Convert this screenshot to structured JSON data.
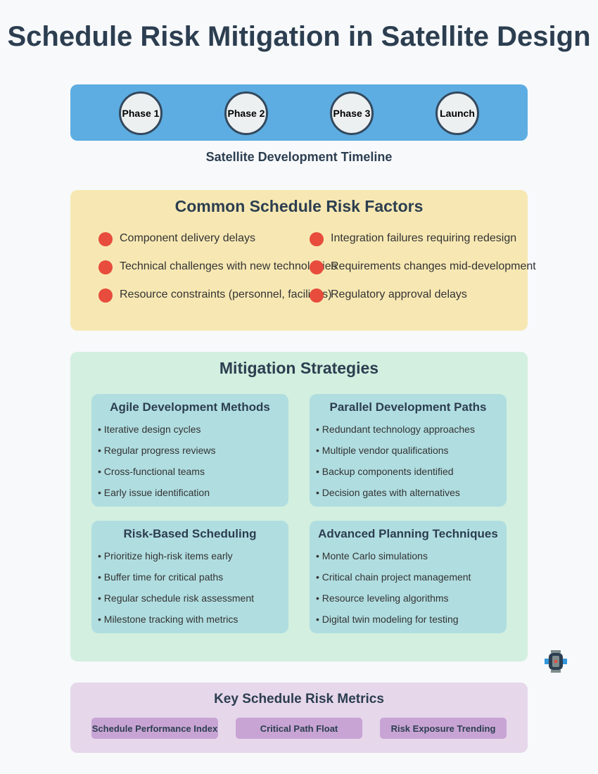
{
  "title": "Schedule Risk Mitigation in Satellite Design",
  "timeline": {
    "phases": [
      "Phase 1",
      "Phase 2",
      "Phase 3",
      "Launch"
    ],
    "caption": "Satellite Development Timeline"
  },
  "risk_factors": {
    "title": "Common Schedule Risk Factors",
    "items": [
      "Component delivery delays",
      "Technical challenges with new technologies",
      "Resource constraints (personnel, facilities)",
      "Integration failures requiring redesign",
      "Requirements changes mid-development",
      "Regulatory approval delays"
    ]
  },
  "mitigation": {
    "title": "Mitigation Strategies",
    "cards": [
      {
        "title": "Agile Development Methods",
        "items": [
          "• Iterative design cycles",
          "• Regular progress reviews",
          "• Cross-functional teams",
          "• Early issue identification"
        ]
      },
      {
        "title": "Parallel Development Paths",
        "items": [
          "• Redundant technology approaches",
          "• Multiple vendor qualifications",
          "• Backup components identified",
          "• Decision gates with alternatives"
        ]
      },
      {
        "title": "Risk-Based Scheduling",
        "items": [
          "• Prioritize high-risk items early",
          "• Buffer time for critical paths",
          "• Regular schedule risk assessment",
          "• Milestone tracking with metrics"
        ]
      },
      {
        "title": "Advanced Planning Techniques",
        "items": [
          "• Monte Carlo simulations",
          "• Critical chain project management",
          "• Resource leveling algorithms",
          "• Digital twin modeling for testing"
        ]
      }
    ]
  },
  "metrics": {
    "title": "Key Schedule Risk Metrics",
    "items": [
      "Schedule Performance Index",
      "Critical Path Float",
      "Risk Exposure Trending"
    ]
  },
  "icons": {
    "satellite": "satellite-icon"
  },
  "colors": {
    "timeline_bar": "#5dade2",
    "risk_panel": "#f7e8b3",
    "risk_dot": "#e74c3c",
    "mitigation_panel": "#d2efdf",
    "strategy_card": "#b0dde0",
    "metrics_panel": "#e6d7eb",
    "metric_chip": "#c8a4d4"
  }
}
